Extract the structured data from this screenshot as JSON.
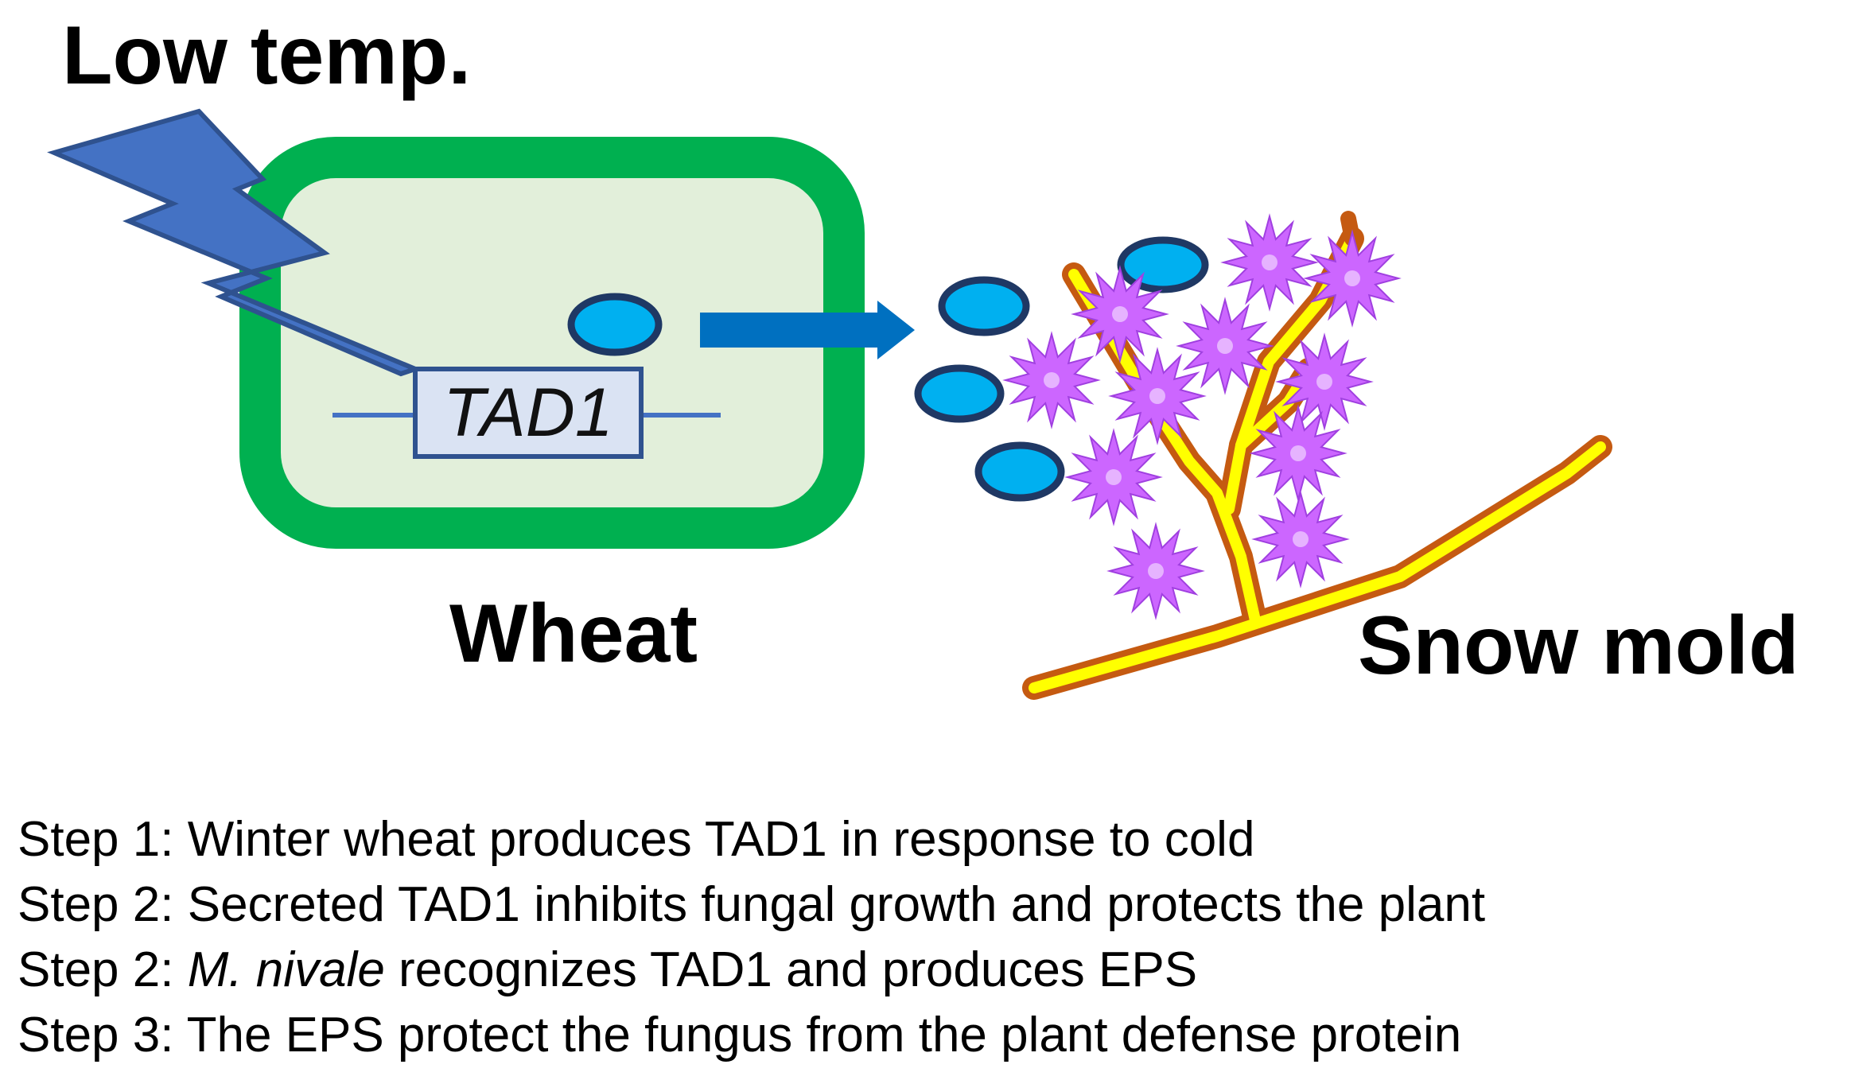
{
  "labels": {
    "low_temp": "Low temp.",
    "gene": "TAD1",
    "wheat": "Wheat",
    "snow_mold": "Snow mold"
  },
  "steps": [
    {
      "prefix": "Step 1:",
      "italic": "",
      "text": " Winter wheat produces TAD1 in response to cold"
    },
    {
      "prefix": "Step 2:",
      "italic": "",
      "text": " Secreted TAD1 inhibits fungal growth and protects the plant"
    },
    {
      "prefix": "Step 2:",
      "italic": " M. nivale",
      "text": " recognizes TAD1 and produces EPS"
    },
    {
      "prefix": "Step 3:",
      "italic": "",
      "text": " The EPS protect the fungus from the plant defense protein"
    }
  ],
  "colors": {
    "cell_wall": "#00b050",
    "cytoplasm": "#e2efda",
    "lightning": "#4472c4",
    "lightning_stroke": "#2f528f",
    "protein_fill": "#00b0f0",
    "protein_stroke": "#1f3864",
    "arrow": "#0070c0",
    "hypha_fill": "#ffff00",
    "hypha_stroke": "#c55a11",
    "eps": "#cc66ff",
    "gene_box": "#dae3f3",
    "gene_line": "#4472c4"
  }
}
